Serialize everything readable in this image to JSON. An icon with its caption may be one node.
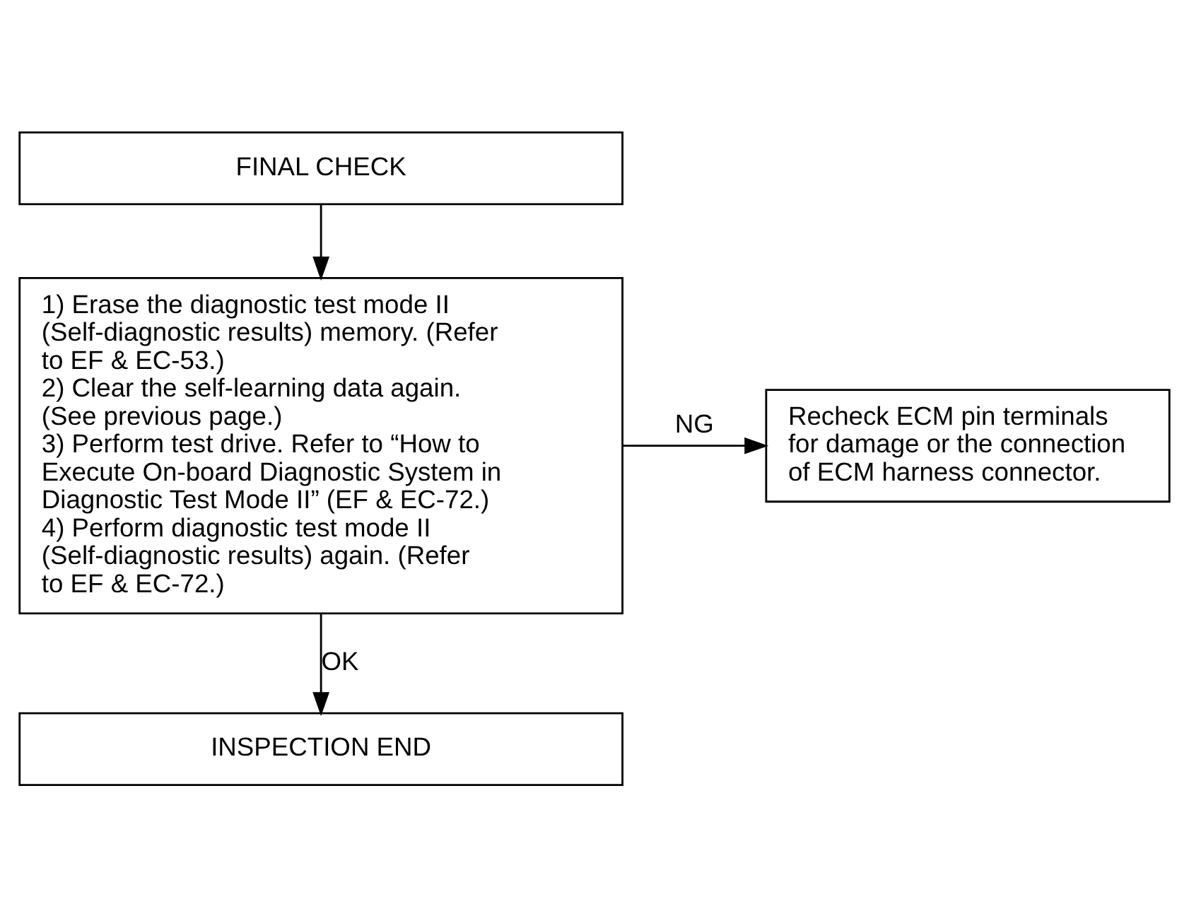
{
  "diagram": {
    "nodes": [
      {
        "text": [
          "FINAL CHECK"
        ]
      },
      {
        "text": [
          "1) Erase the diagnostic test mode II (Self-diagnostic results) memory. (Refer to EF & EC-53.)",
          "2) Clear the self-learning data again. (See previous page.)",
          "3) Perform test drive. Refer to “How to Execute On-board Diagnostic System in Diagnostic Test Mode II” (EF & EC-72.)",
          "4) Perform diagnostic test mode II (Self-diagnostic results) again. (Refer to EF & EC-72.)"
        ]
      },
      {
        "text": [
          "Recheck ECM pin terminals for damage or the connection of ECM harness connector."
        ]
      },
      {
        "text": [
          "INSPECTION END"
        ]
      }
    ],
    "edges": [
      {
        "from": 0,
        "to": 1,
        "arrow": "to"
      },
      {
        "from": 1,
        "to": 2,
        "arrow": "to",
        "label": "NG"
      },
      {
        "from": 1,
        "to": 3,
        "arrow": "to",
        "label": "OK"
      }
    ]
  }
}
